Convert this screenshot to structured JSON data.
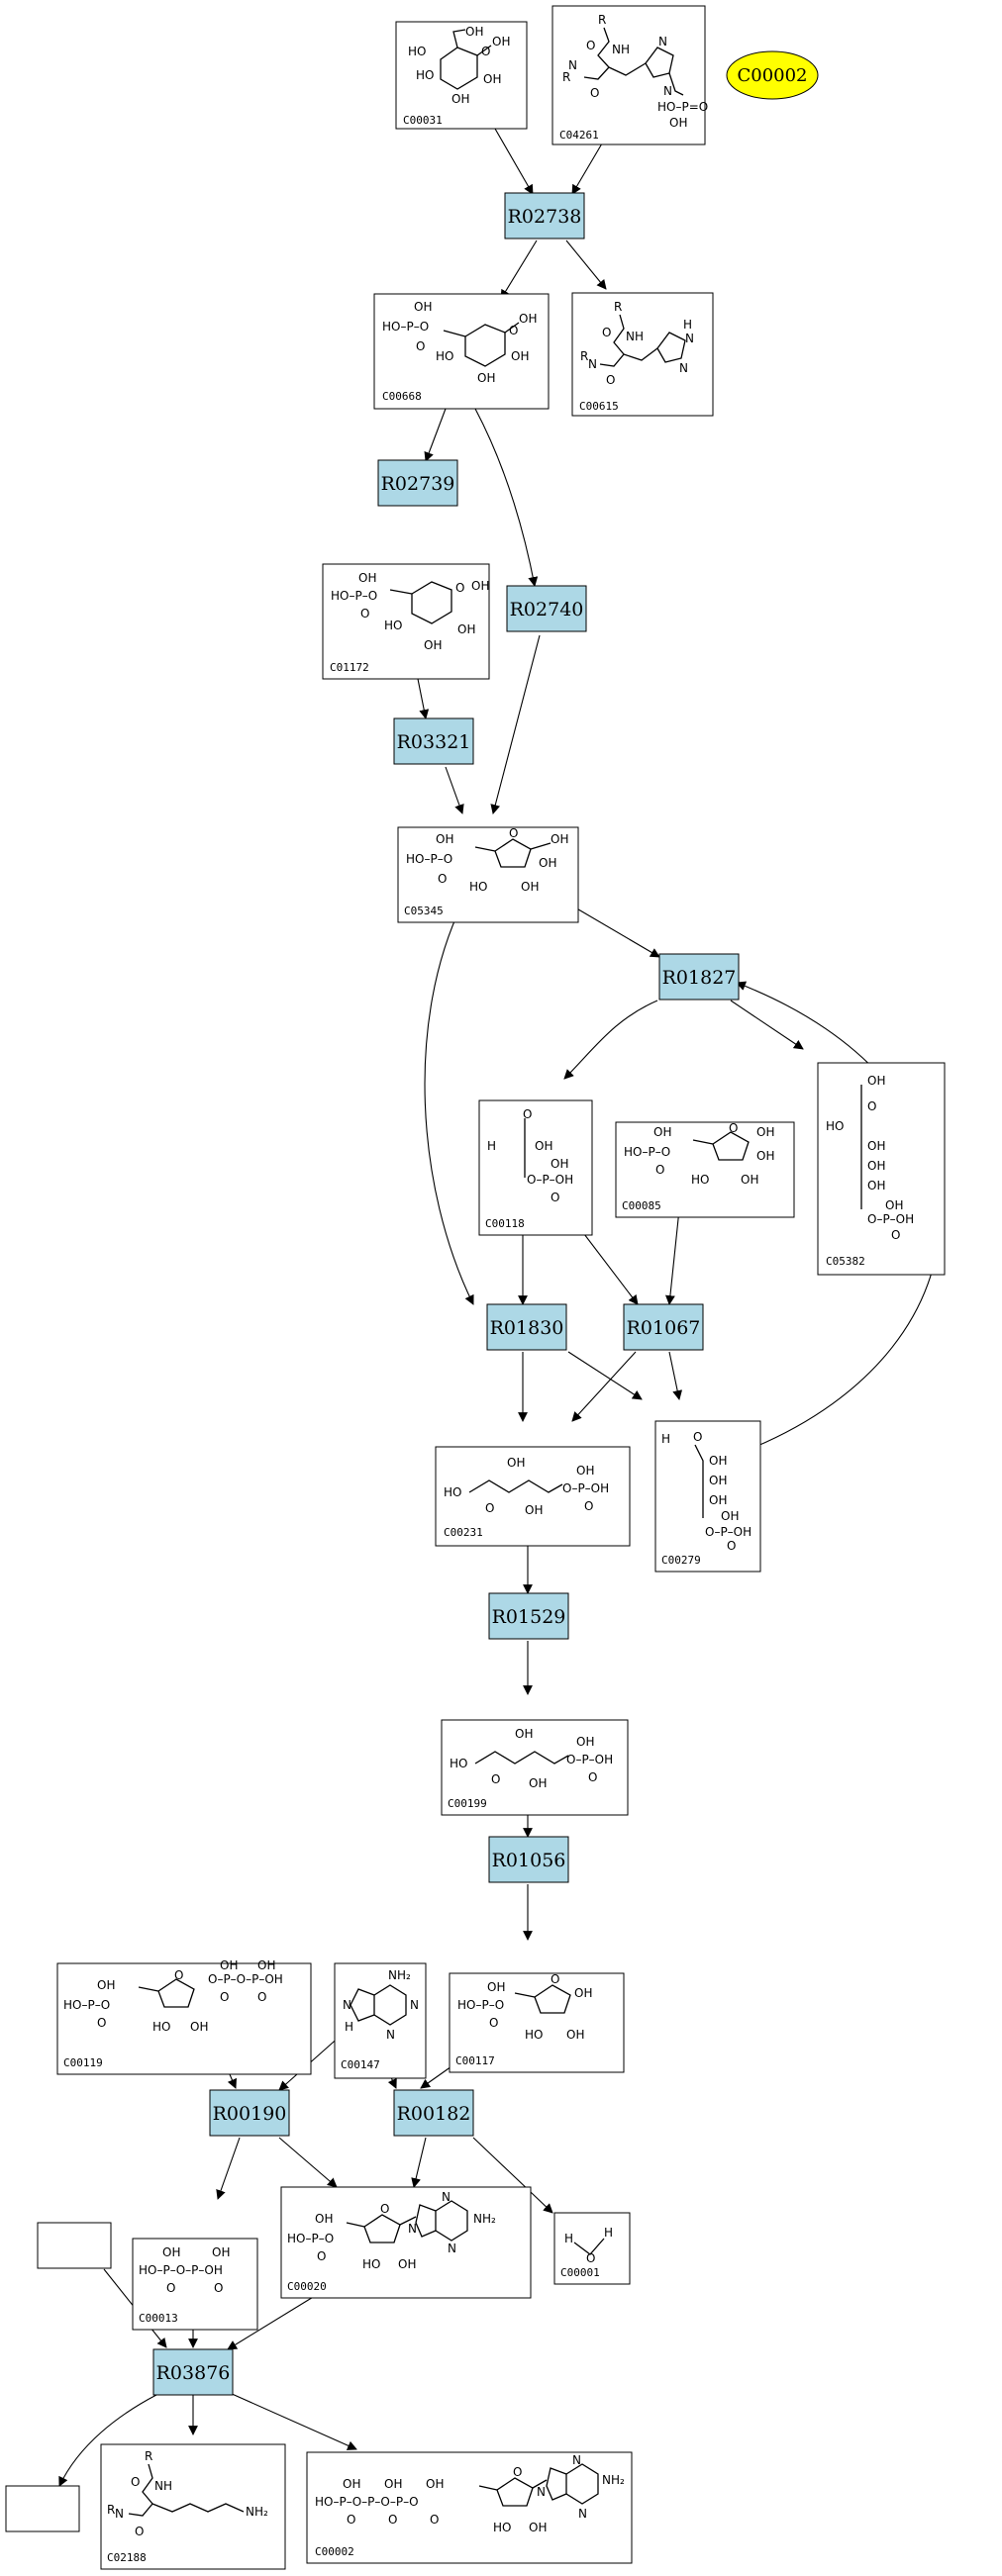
{
  "compounds": [
    {
      "id": "C00031"
    },
    {
      "id": "C04261"
    },
    {
      "id": "C00668"
    },
    {
      "id": "C00615"
    },
    {
      "id": "C01172"
    },
    {
      "id": "C05345"
    },
    {
      "id": "C00118"
    },
    {
      "id": "C00085"
    },
    {
      "id": "C05382"
    },
    {
      "id": "C00231"
    },
    {
      "id": "C00279"
    },
    {
      "id": "C00199"
    },
    {
      "id": "C00119"
    },
    {
      "id": "C00147"
    },
    {
      "id": "C00117"
    },
    {
      "id": "C00013"
    },
    {
      "id": "C00020"
    },
    {
      "id": "C00001"
    },
    {
      "id": "C02188"
    },
    {
      "id": "C00002"
    }
  ],
  "reactions": [
    "R02738",
    "R02739",
    "R02740",
    "R03321",
    "R01827",
    "R01830",
    "R01067",
    "R01529",
    "R01056",
    "R00190",
    "R00182",
    "R03876"
  ],
  "highlight": {
    "id": "C00002",
    "color": "#ffff00"
  },
  "colors": {
    "reaction_fill": "#add8e6",
    "edge": "#000000",
    "box": "#000000"
  }
}
